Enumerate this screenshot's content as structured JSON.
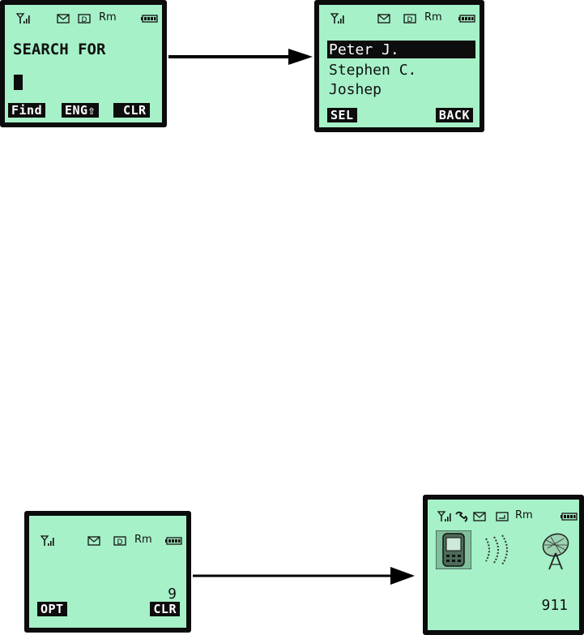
{
  "screen1": {
    "status_icons": [
      "signal-icon",
      "envelope-icon",
      "data-icon",
      "roaming-icon",
      "battery-icon"
    ],
    "roaming_text": "Rm",
    "data_text": "D",
    "prompt": "SEARCH FOR",
    "softkeys": {
      "left": "Find",
      "mid": "ENG⇧",
      "right": "CLR"
    }
  },
  "screen2": {
    "status_icons": [
      "signal-icon",
      "envelope-icon",
      "data-icon",
      "roaming-icon",
      "battery-icon"
    ],
    "roaming_text": "Rm",
    "data_text": "D",
    "contacts": [
      "Peter J.",
      "Stephen C.",
      "Joshep"
    ],
    "selected_index": 0,
    "softkeys": {
      "left": "SEL",
      "right": "BACK"
    }
  },
  "screen3": {
    "status_icons": [
      "signal-icon",
      "envelope-icon",
      "data-icon",
      "roaming-icon",
      "battery-icon"
    ],
    "roaming_text": "Rm",
    "data_text": "D",
    "entered_digits": "9",
    "softkeys": {
      "left": "OPT",
      "right": "CLR"
    }
  },
  "screen4": {
    "status_icons": [
      "signal-icon",
      "call-icon",
      "envelope-icon",
      "voicemail-icon",
      "roaming-icon",
      "battery-icon"
    ],
    "roaming_text": "Rm",
    "dialed_number": "911",
    "graphics": [
      "phone-icon",
      "signal-waves-icon",
      "satellite-dish-icon"
    ]
  },
  "colors": {
    "lcd": "#a6f1c8",
    "ink": "#0d0d0d"
  }
}
